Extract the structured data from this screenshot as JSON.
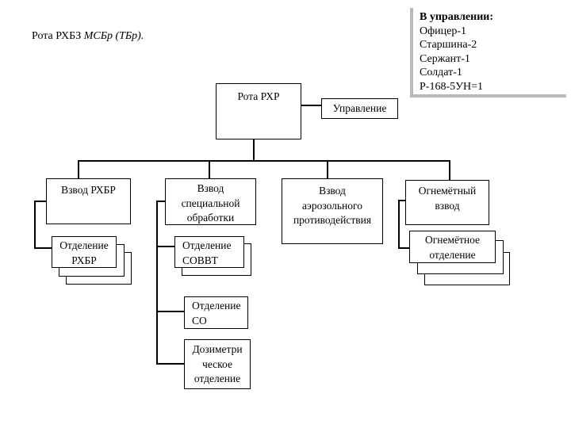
{
  "title": {
    "prefix": "Рота РХБЗ ",
    "italic": "МСБр (ТБр)."
  },
  "info_panel": {
    "heading": "В управлении:",
    "items": [
      "Офицер-1",
      "Старшина-2",
      "Сержант-1",
      "Солдат-1",
      "Р-168-5УН=1"
    ]
  },
  "nodes": {
    "rota_rhr": {
      "label": "Рота РХР"
    },
    "upravlenie": {
      "label": "Управление"
    },
    "vzvod_rhbr": {
      "label": "Взвод РХБР"
    },
    "vzvod_spec": {
      "lines": [
        "Взвод",
        "специальной",
        "обработки"
      ]
    },
    "vzvod_aeroz": {
      "lines": [
        "Взвод",
        "аэрозольного",
        "противодействия"
      ]
    },
    "ognemetny_vzvod": {
      "lines": [
        "Огнемётный",
        "взвод"
      ]
    },
    "otd_rhbr": {
      "lines": [
        "Отделение",
        "РХБР"
      ]
    },
    "otd_sovvt": {
      "lines": [
        "Отделение",
        "СОВВТ"
      ]
    },
    "otd_so": {
      "lines": [
        "Отделение",
        "СО"
      ]
    },
    "dozimetr": {
      "lines": [
        "Дозиметри",
        "ческое",
        "отделение"
      ]
    },
    "ognemetnoe_otd": {
      "lines": [
        "Огнемётное",
        "отделение"
      ]
    }
  },
  "hierarchy": {
    "root": "Рота РХР",
    "attached": "Управление",
    "branches": [
      {
        "unit": "Взвод РХБР",
        "children": [
          "Отделение РХБР"
        ]
      },
      {
        "unit": "Взвод специальной обработки",
        "children": [
          "Отделение СОВВТ",
          "Отделение СО",
          "Дозиметрическое отделение"
        ]
      },
      {
        "unit": "Взвод аэрозольного противодействия",
        "children": []
      },
      {
        "unit": "Огнемётный взвод",
        "children": [
          "Огнемётное отделение"
        ]
      }
    ]
  },
  "colors": {
    "background": "#ffffff",
    "line": "#000000",
    "panel_shadow": "#b9b9b9"
  }
}
